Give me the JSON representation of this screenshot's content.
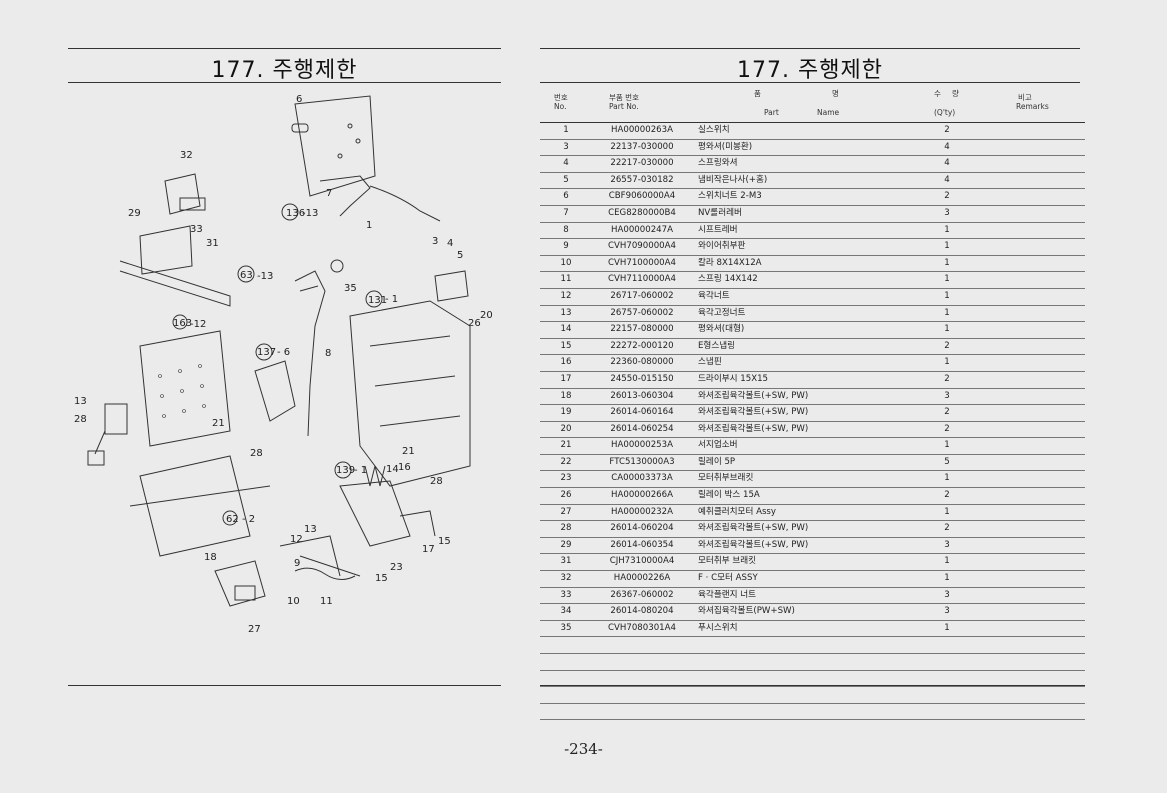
{
  "left": {
    "title": "177. 주행제한"
  },
  "right": {
    "title": "177. 주행제한"
  },
  "table": {
    "headers": {
      "no_ko": "번호",
      "no_en": "No.",
      "part_ko": "부품 번호",
      "part_en": "Part No.",
      "name_ko_1": "품",
      "name_ko_2": "명",
      "name_en_1": "Part",
      "name_en_2": "Name",
      "qty_ko_1": "수",
      "qty_ko_2": "량",
      "qty_en": "(Q'ty)",
      "remarks_ko": "비고",
      "remarks_en": "Remarks"
    },
    "rows": [
      {
        "no": "1",
        "part": "HA00000263A",
        "name": "실스위치",
        "qty": "2"
      },
      {
        "no": "3",
        "part": "22137-030000",
        "name": "평와셔(미봉환)",
        "qty": "4"
      },
      {
        "no": "4",
        "part": "22217-030000",
        "name": "스프링와셔",
        "qty": "4"
      },
      {
        "no": "5",
        "part": "26557-030182",
        "name": "냄비작은나사(+홈)",
        "qty": "4"
      },
      {
        "no": "6",
        "part": "CBF9060000A4",
        "name": "스위치너트 2-M3",
        "qty": "2"
      },
      {
        "no": "7",
        "part": "CEG8280000B4",
        "name": "NV롤러레버",
        "qty": "3"
      },
      {
        "no": "8",
        "part": "HA00000247A",
        "name": "시프트레버",
        "qty": "1"
      },
      {
        "no": "9",
        "part": "CVH7090000A4",
        "name": "와이어취부판",
        "qty": "1"
      },
      {
        "no": "10",
        "part": "CVH7100000A4",
        "name": "칼라 8X14X12A",
        "qty": "1"
      },
      {
        "no": "11",
        "part": "CVH7110000A4",
        "name": "스프링 14X142",
        "qty": "1"
      },
      {
        "no": "12",
        "part": "26717-060002",
        "name": "육각너트",
        "qty": "1"
      },
      {
        "no": "13",
        "part": "26757-060002",
        "name": "육각고정너트",
        "qty": "1"
      },
      {
        "no": "14",
        "part": "22157-080000",
        "name": "평와셔(대형)",
        "qty": "1"
      },
      {
        "no": "15",
        "part": "22272-000120",
        "name": "E형스냅링",
        "qty": "2"
      },
      {
        "no": "16",
        "part": "22360-080000",
        "name": "스냅핀",
        "qty": "1"
      },
      {
        "no": "17",
        "part": "24550-015150",
        "name": "드라이부시 15X15",
        "qty": "2"
      },
      {
        "no": "18",
        "part": "26013-060304",
        "name": "와셔조립육각볼트(+SW, PW)",
        "qty": "3"
      },
      {
        "no": "19",
        "part": "26014-060164",
        "name": "와셔조립육각볼트(+SW, PW)",
        "qty": "2"
      },
      {
        "no": "20",
        "part": "26014-060254",
        "name": "와셔조립육각볼트(+SW, PW)",
        "qty": "2"
      },
      {
        "no": "21",
        "part": "HA00000253A",
        "name": "서지업소버",
        "qty": "1"
      },
      {
        "no": "22",
        "part": "FTC5130000A3",
        "name": "릴레이 5P",
        "qty": "5"
      },
      {
        "no": "23",
        "part": "CA00003373A",
        "name": "모터취부브래킷",
        "qty": "1"
      },
      {
        "no": "26",
        "part": "HA00000266A",
        "name": "릴레이 박스 15A",
        "qty": "2"
      },
      {
        "no": "27",
        "part": "HA00000232A",
        "name": "예취클러치모터 Assy",
        "qty": "1"
      },
      {
        "no": "28",
        "part": "26014-060204",
        "name": "와셔조립육각볼트(+SW, PW)",
        "qty": "2"
      },
      {
        "no": "29",
        "part": "26014-060354",
        "name": "와셔조립육각볼트(+SW, PW)",
        "qty": "3"
      },
      {
        "no": "31",
        "part": "CJH7310000A4",
        "name": "모터취부 브래킷",
        "qty": "1"
      },
      {
        "no": "32",
        "part": "HA0000226A",
        "name": "F · C모터 ASSY",
        "qty": "1"
      },
      {
        "no": "33",
        "part": "26367-060002",
        "name": "육각플랜지 너트",
        "qty": "3"
      },
      {
        "no": "34",
        "part": "26014-080204",
        "name": "와셔집육각볼트(PW+SW)",
        "qty": "3"
      },
      {
        "no": "35",
        "part": "CVH7080301A4",
        "name": "푸시스위치",
        "qty": "1"
      }
    ]
  },
  "diagram": {
    "callouts": [
      "6",
      "32",
      "29",
      "33",
      "31",
      "7",
      "1",
      "3",
      "4",
      "5",
      "35",
      "131",
      "26",
      "20",
      "163",
      "12",
      "137",
      "8",
      "13",
      "28",
      "21",
      "139",
      "14",
      "16",
      "28",
      "62",
      "2",
      "18",
      "13",
      "12",
      "9",
      "23",
      "17",
      "15",
      "10",
      "11",
      "15",
      "27",
      "136",
      "63",
      "13",
      "13",
      "21",
      "4"
    ]
  },
  "footer": {
    "page_number": "-234-"
  }
}
